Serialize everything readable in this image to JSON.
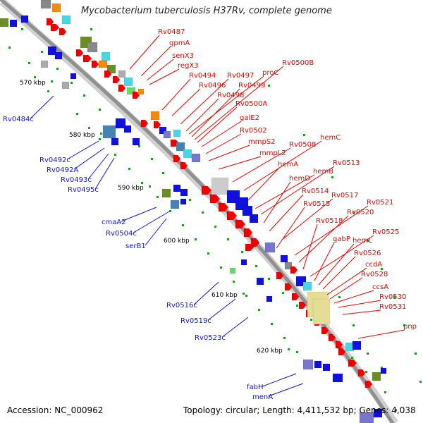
{
  "title": "Mycobacterium tuberculosis H37Rv, complete genome",
  "footer": {
    "accession": "Accession: NC_000962",
    "summary": "Topology: circular; Length: 4,411,532 bp; Genes: 4,038"
  },
  "colors": {
    "forward_gene": "#ee0000",
    "reverse_gene": "#1111dd",
    "backbone": "#909090",
    "tick": "#229922"
  },
  "kbp_markers": [
    "570 kbp",
    "580 kbp",
    "590 kbp",
    "600 kbp",
    "610 kbp",
    "620 kbp"
  ],
  "forward_labels": [
    "Rv0487",
    "gpmA",
    "senX3",
    "regX3",
    "Rv0494",
    "Rv0496",
    "Rv0497",
    "Rv0498",
    "proC",
    "Rv0499",
    "Rv0500B",
    "Rv0500A",
    "galE2",
    "Rv0502",
    "mmpS2",
    "mmpL2",
    "Rv0508",
    "hemC",
    "hemA",
    "hemB",
    "Rv0513",
    "hemD",
    "Rv0514",
    "Rv0517",
    "Rv0515",
    "Rv0521",
    "Rv0520",
    "Rv0518",
    "Rv0525",
    "gabP",
    "hemL",
    "Rv0526",
    "ccdA",
    "Rv0528",
    "ccsA",
    "Rv0530",
    "Rv0531",
    "pnp"
  ],
  "reverse_labels": [
    "Rv0484c",
    "Rv0492c",
    "Rv0492A",
    "Rv0493c",
    "Rv0495c",
    "cmaA2",
    "Rv0504c",
    "serB1",
    "Rv0516c",
    "Rv0519c",
    "Rv0523c",
    "fabH",
    "menA"
  ]
}
